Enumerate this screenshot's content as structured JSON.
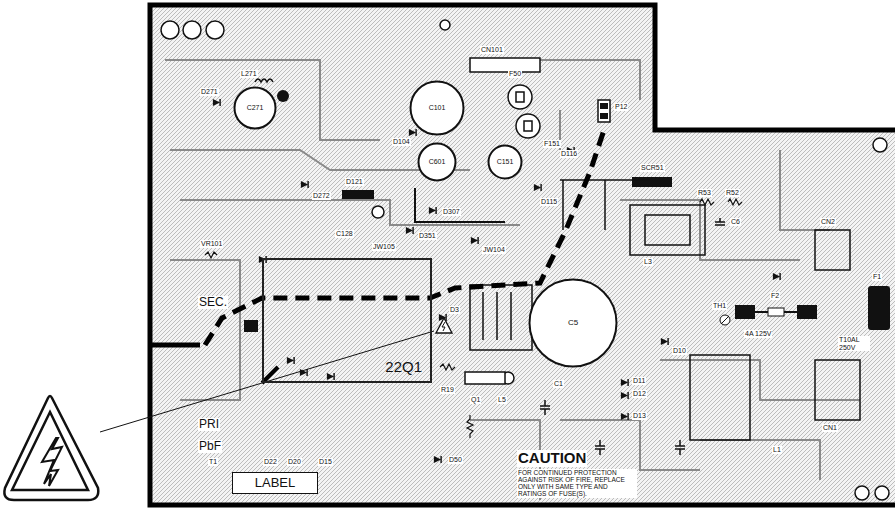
{
  "diagram": {
    "nodes": [
      {
        "text": [
          "C271"
        ]
      },
      {
        "text": [
          "C101"
        ]
      },
      {
        "text": [
          "C601"
        ]
      },
      {
        "text": [
          "C151"
        ]
      },
      {
        "text": [
          "22Q1"
        ]
      },
      {
        "text": [
          "C5"
        ]
      },
      {
        "text": [
          "LABEL"
        ]
      }
    ],
    "labels": [
      "SEC.",
      "PRI",
      "PbF",
      "CAUTION",
      "FOR CONTINUED PROTECTION AGAINST RISK OF FIRE, REPLACE ONLY WITH SAME TYPE AND RATINGS OF FUSE(S).",
      "4A 125V",
      "T10AL 250V",
      "F2",
      "F1",
      "TH1",
      "D10",
      "D3",
      "R19",
      "Q1",
      "L5",
      "D11",
      "D12",
      "D13",
      "L1",
      "CN1",
      "CN2",
      "L3",
      "SCR51",
      "P12",
      "D116",
      "D115",
      "F50",
      "F151",
      "D121",
      "L271",
      "D271",
      "D272",
      "D307",
      "D351",
      "JW104",
      "JW105",
      "C128",
      "VR101",
      "T1",
      "D22",
      "D20",
      "D15",
      "D50",
      "C1",
      "R53",
      "R52",
      "C6",
      "CN101",
      "D104"
    ]
  }
}
